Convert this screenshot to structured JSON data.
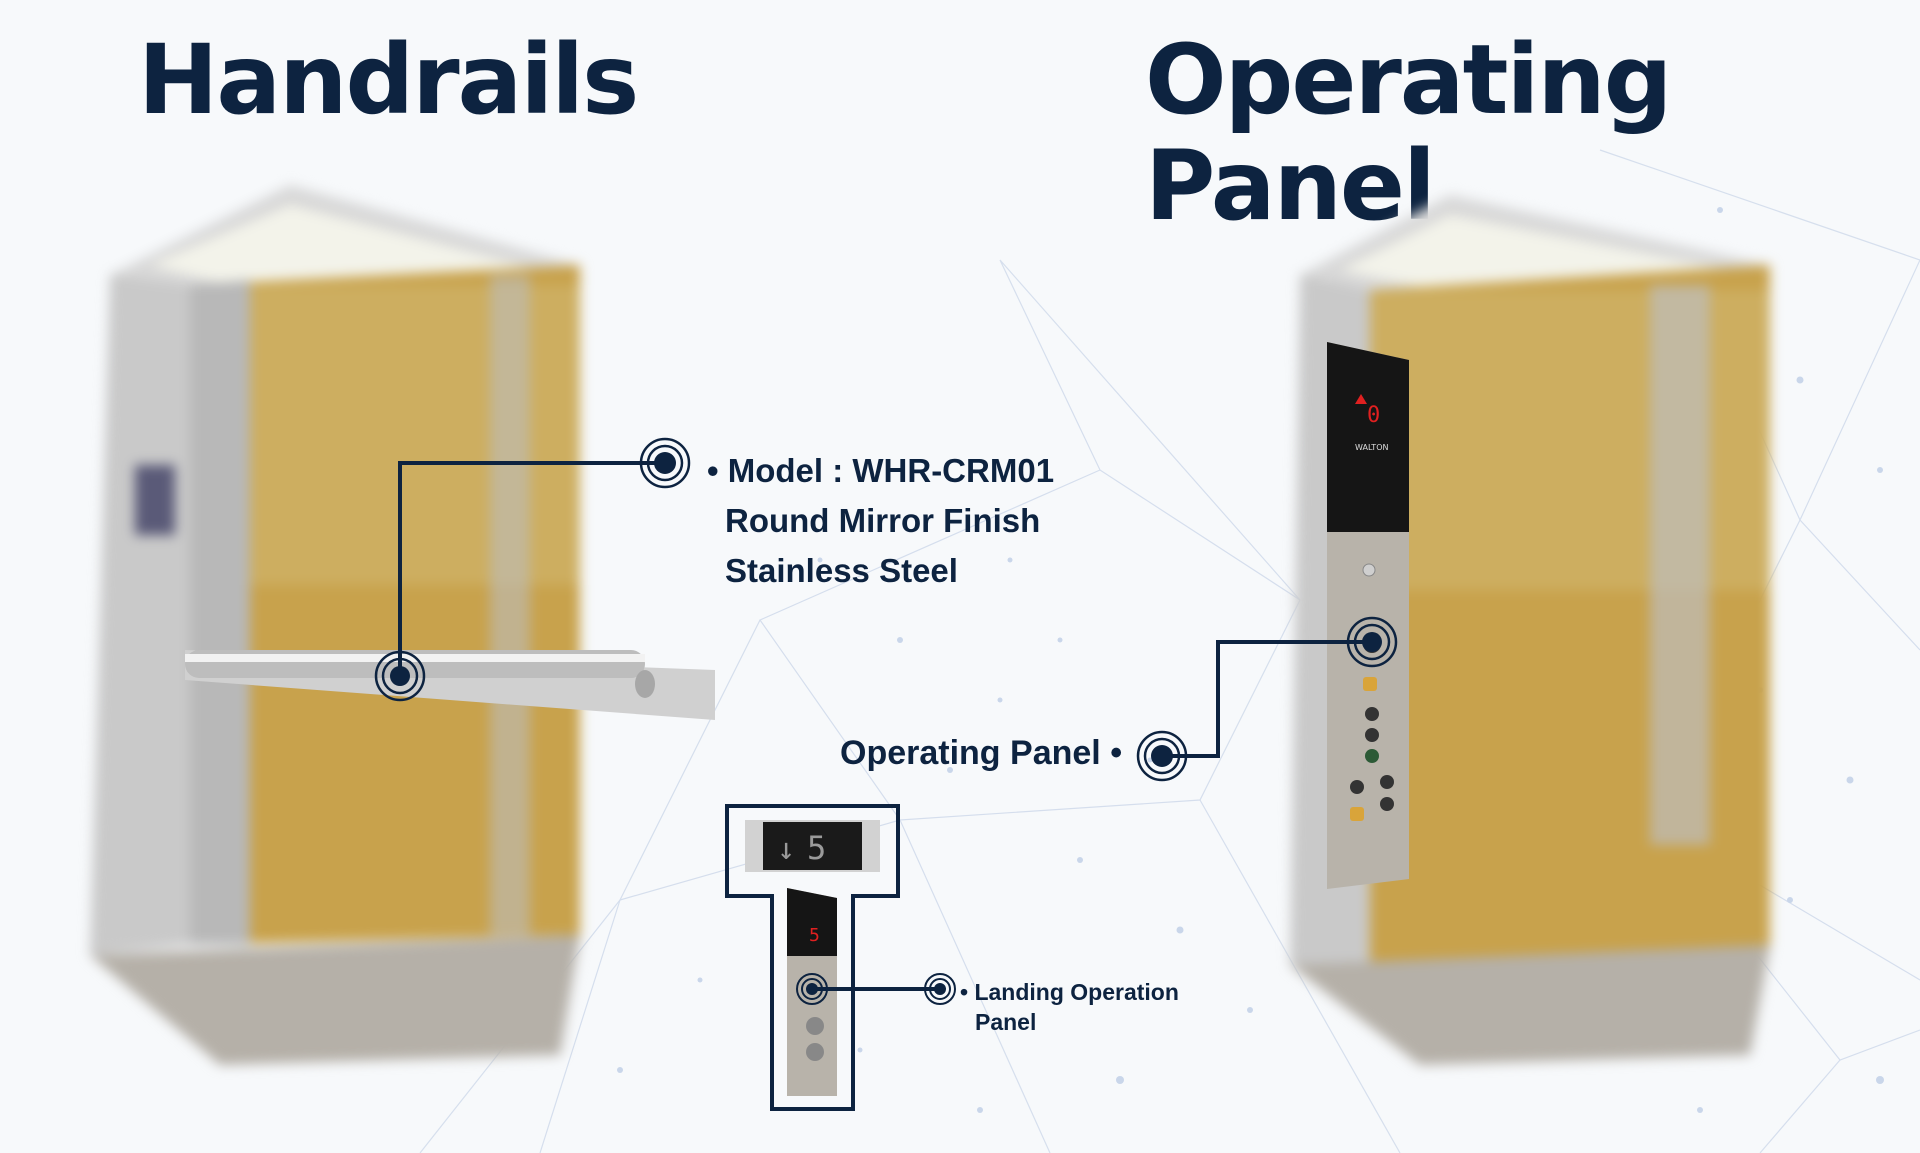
{
  "titles": {
    "handrails": "Handrails",
    "operating_panel": "Operating Panel"
  },
  "handrail_callout": {
    "bullet": "•",
    "line1": "Model : WHR-CRM01",
    "line2": "Round  Mirror Finish",
    "line3": "Stainless Steel"
  },
  "operating_panel_callout": {
    "label": "Operating Panel",
    "bullet": "•"
  },
  "landing_callout": {
    "bullet": "•",
    "line1": "Landing Operation",
    "line2": "Panel"
  },
  "cop_display": {
    "floor": "0",
    "brand": "WALTON"
  },
  "lop_display": {
    "arrow": "↓",
    "floor": "5"
  },
  "colors": {
    "navy": "#0d2340",
    "gold": "#c9a548",
    "steel": "#c8c8c8",
    "red_led": "#e02020"
  }
}
